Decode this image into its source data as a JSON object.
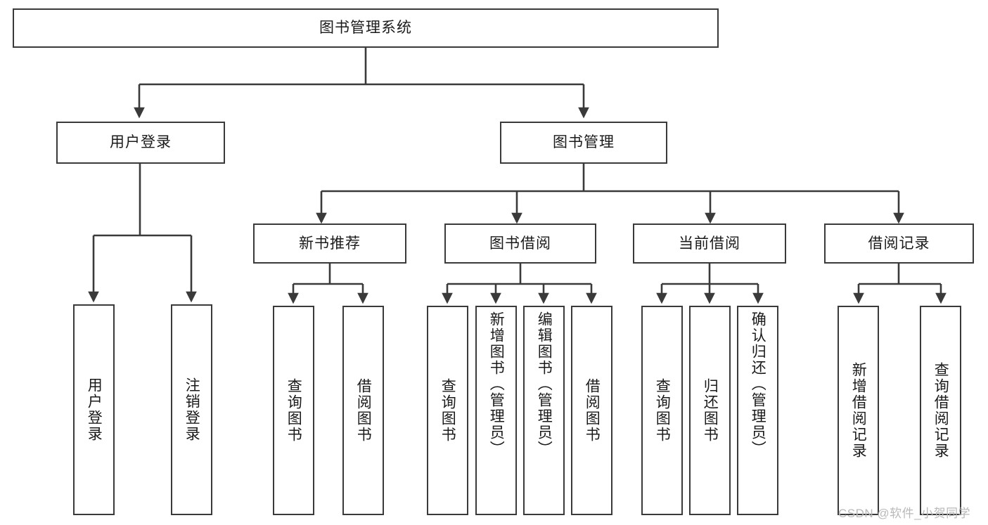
{
  "diagram": {
    "title": "图书管理系统",
    "type": "hierarchy-tree",
    "watermark": "CSDN @软件_小贺同学",
    "colors": {
      "box_border": "#3a3a3a",
      "box_fill": "#ffffff",
      "connector": "#3a3a3a",
      "text": "#1a1a1a",
      "watermark": "#b9b9b9",
      "background": "#ffffff"
    }
  },
  "nodes": {
    "root": {
      "label": "图书管理系统"
    },
    "level2": [
      {
        "id": "user-login",
        "label": "用户登录"
      },
      {
        "id": "book-manage",
        "label": "图书管理"
      }
    ],
    "level3": [
      {
        "id": "new-book-recommend",
        "label": "新书推荐"
      },
      {
        "id": "book-borrow",
        "label": "图书借阅"
      },
      {
        "id": "current-borrow",
        "label": "当前借阅"
      },
      {
        "id": "borrow-record",
        "label": "借阅记录"
      }
    ],
    "leaves": {
      "user-login": [
        {
          "id": "leaf-user-login",
          "label": "用户登录"
        },
        {
          "id": "leaf-logout",
          "label": "注销登录"
        }
      ],
      "new-book-recommend": [
        {
          "id": "leaf-query-book-1",
          "label": "查询图书"
        },
        {
          "id": "leaf-borrow-book-1",
          "label": "借阅图书"
        }
      ],
      "book-borrow": [
        {
          "id": "leaf-query-book-2",
          "label": "查询图书"
        },
        {
          "id": "leaf-add-book",
          "label": "新增图书（管理员）"
        },
        {
          "id": "leaf-edit-book",
          "label": "编辑图书（管理员）"
        },
        {
          "id": "leaf-borrow-book-2",
          "label": "借阅图书"
        }
      ],
      "current-borrow": [
        {
          "id": "leaf-query-book-3",
          "label": "查询图书"
        },
        {
          "id": "leaf-return-book",
          "label": "归还图书"
        },
        {
          "id": "leaf-confirm-return",
          "label": "确认归还（管理员）"
        }
      ],
      "borrow-record": [
        {
          "id": "leaf-add-record",
          "label": "新增借阅记录"
        },
        {
          "id": "leaf-query-record",
          "label": "查询借阅记录"
        }
      ]
    }
  }
}
